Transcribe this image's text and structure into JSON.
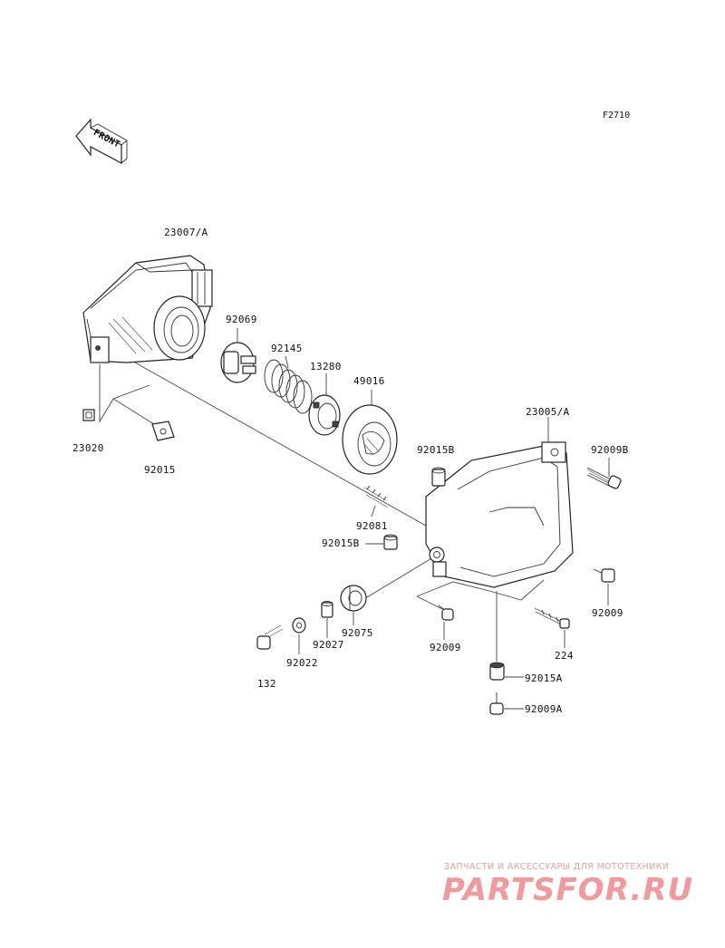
{
  "figure_code": "F2710",
  "front_marker": "FRONT",
  "parts": {
    "p23007A": "23007/A",
    "p92069": "92069",
    "p92145": "92145",
    "p13280": "13280",
    "p49016": "49016",
    "p23005A": "23005/A",
    "p92015B_top": "92015B",
    "p92009B": "92009B",
    "p23020": "23020",
    "p92015": "92015",
    "p92081": "92081",
    "p92015B_mid": "92015B",
    "p92009_right": "92009",
    "p92075": "92075",
    "p92027": "92027",
    "p92022": "92022",
    "p132": "132",
    "p92009_bottom": "92009",
    "p224": "224",
    "p92015A": "92015A",
    "p92009A": "92009A"
  },
  "watermark": {
    "tagline": "ЗАПЧАСТИ И АКСЕССУАРЫ ДЛЯ МОТОТЕХНИКИ",
    "logo": "PARTSFOR.RU"
  }
}
